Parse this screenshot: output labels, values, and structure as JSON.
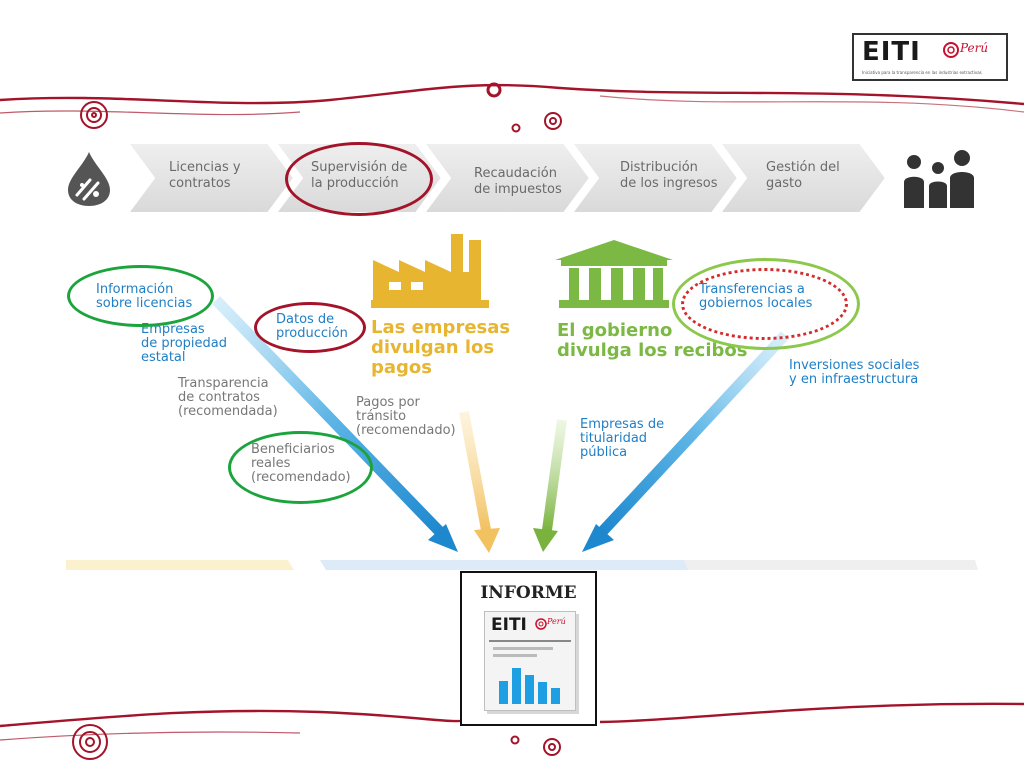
{
  "logo": {
    "text": "EITI",
    "country_script": "Perú",
    "tagline": "Iniciativa para la transparencia en las industrias extractivas"
  },
  "chain": [
    {
      "label": "Licencias y\ncontratos"
    },
    {
      "label": "Supervisión de\nla producción"
    },
    {
      "label": "Recaudación\nde impuestos"
    },
    {
      "label": "Distribución\nde los ingresos"
    },
    {
      "label": "Gestión del\ngasto"
    }
  ],
  "icons": {
    "resource": "oil-drop-icon",
    "people": "people-icon",
    "factory": "factory-icon",
    "government": "government-building-icon"
  },
  "companies_disclose": "Las empresas\ndivulgan los\npagos",
  "government_discloses": "El gobierno\ndivulga los recibos",
  "left_items": {
    "licenses_info": "Información\nsobre licencias",
    "state_companies": "Empresas\nde propiedad\nestatal",
    "production_data": "Datos de\nproducción",
    "contract_transparency": "Transparencia\nde contratos\n(recomendada)",
    "beneficial_owners": "Beneficiarios\nreales\n(recomendado)",
    "transit_payments": "Pagos por\ntránsito\n(recomendado)"
  },
  "right_items": {
    "transfers": "Transferencias a\ngobiernos locales",
    "social_investment": "Inversiones sociales\ny en infraestructura",
    "public_companies": "Empresas de\ntitularidad\npública"
  },
  "report": {
    "title": "INFORME",
    "logo_text": "EITI",
    "country_script": "Perú",
    "bar_values": [
      0.65,
      1.0,
      0.8,
      0.6,
      0.45
    ]
  },
  "colors": {
    "accent_red": "#a3142a",
    "blue": "#1f7fc6",
    "green_oval": "#1ba43c",
    "light_green_oval": "#8cc84b",
    "orange": "#e8b531",
    "green": "#7bb844",
    "step_grey": "#e4e4e4"
  }
}
